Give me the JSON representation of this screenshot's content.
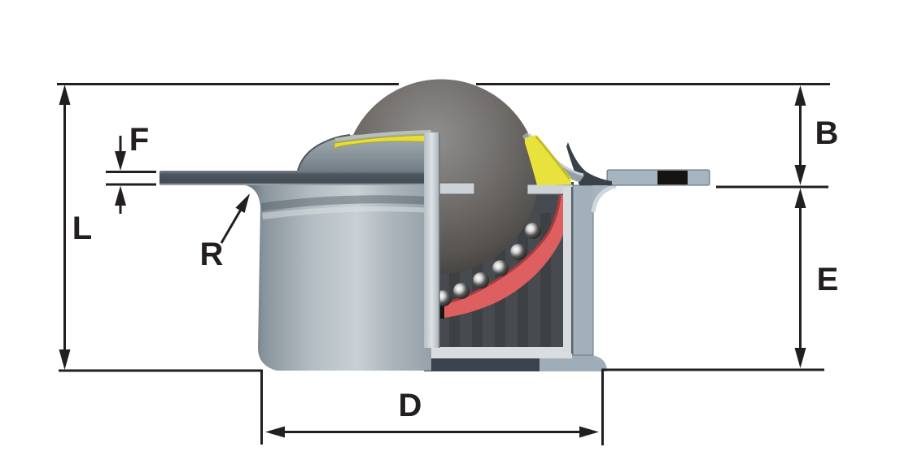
{
  "diagram": {
    "subject": "Ball transfer unit - sectioned technical drawing",
    "labels": {
      "F": "F",
      "L": "L",
      "R": "R",
      "B": "B",
      "E": "E",
      "D": "D"
    },
    "colors": {
      "dimension_lines": "#231f20",
      "seal_yellow": "#e9e23c",
      "race_red": "#de5f5f",
      "steel_light": "#ccd3d8",
      "steel_mid": "#9fadb9",
      "steel_dark": "#4a525a",
      "ball_gray": "#716e6c",
      "cavity_dark": "#474a4e",
      "background": "#ffffff"
    }
  }
}
